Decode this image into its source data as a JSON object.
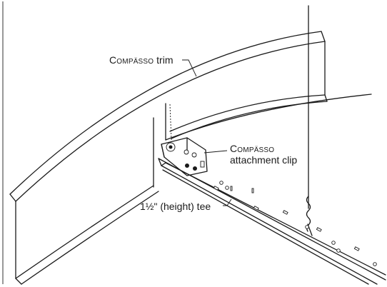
{
  "labels": {
    "trim": {
      "brand": "Compässo",
      "text": " trim"
    },
    "clip": {
      "brand": "Compässo",
      "line2": "attachment clip"
    },
    "tee": {
      "text": "1½\" (height) tee"
    }
  },
  "colors": {
    "ink": "#1a1a1a",
    "background": "#ffffff"
  }
}
